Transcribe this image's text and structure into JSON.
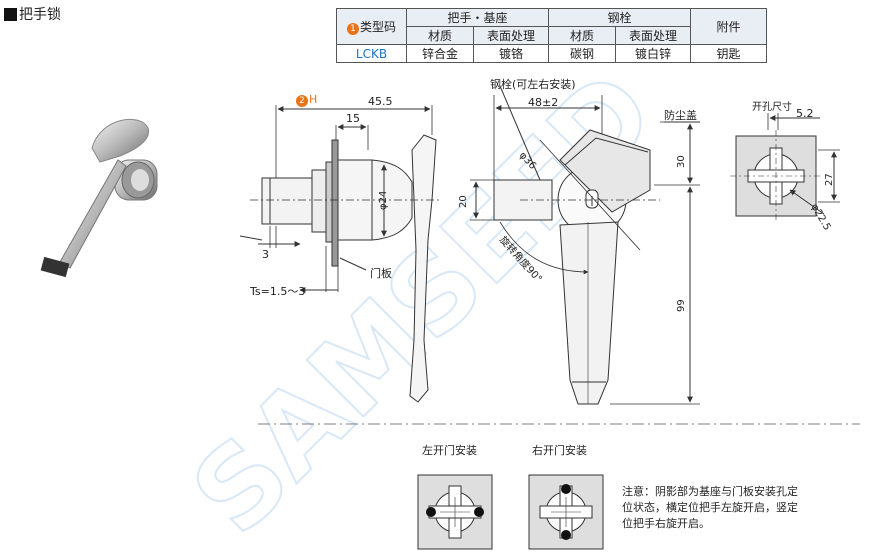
{
  "title": "把手锁",
  "table": {
    "group_headers": {
      "type_code_num": "1",
      "type_code": "类型码",
      "handle_base": "把手・基座",
      "bolt": "钢栓",
      "accessory": "附件"
    },
    "sub_headers": [
      "材质",
      "表面处理",
      "材质",
      "表面处理"
    ],
    "row": {
      "code": "LCKB",
      "handle_material": "锌合金",
      "handle_finish": "镀铬",
      "bolt_material": "碳钢",
      "bolt_finish": "镀白锌",
      "accessory": "钥匙"
    }
  },
  "drawing_labels": {
    "h_num": "2",
    "h": "H",
    "dim_45_5": "45.5",
    "dim_15": "15",
    "dia_24": "φ24",
    "dim_3": "3",
    "door_panel": "门板",
    "ts": "Ts=1.5～3",
    "bolt_note": "钢栓(可左右安装)",
    "dim_48": "48±2",
    "dust_cover": "防尘盖",
    "dia_36": "φ36",
    "dim_20": "20",
    "rotation": "旋转角度90°",
    "dim_30": "30",
    "dim_99": "99",
    "hole_size": "开孔尺寸",
    "dim_5_2": "5.2",
    "dim_27": "27",
    "dia_22_5": "φ22.5",
    "left_open": "左开门安装",
    "right_open": "右开门安装"
  },
  "note": "注意：阴影部为基座与门板安装孔定位状态，横定位把手左旋开启，竖定位把手右旋开启。",
  "watermark": "SAMSEED"
}
